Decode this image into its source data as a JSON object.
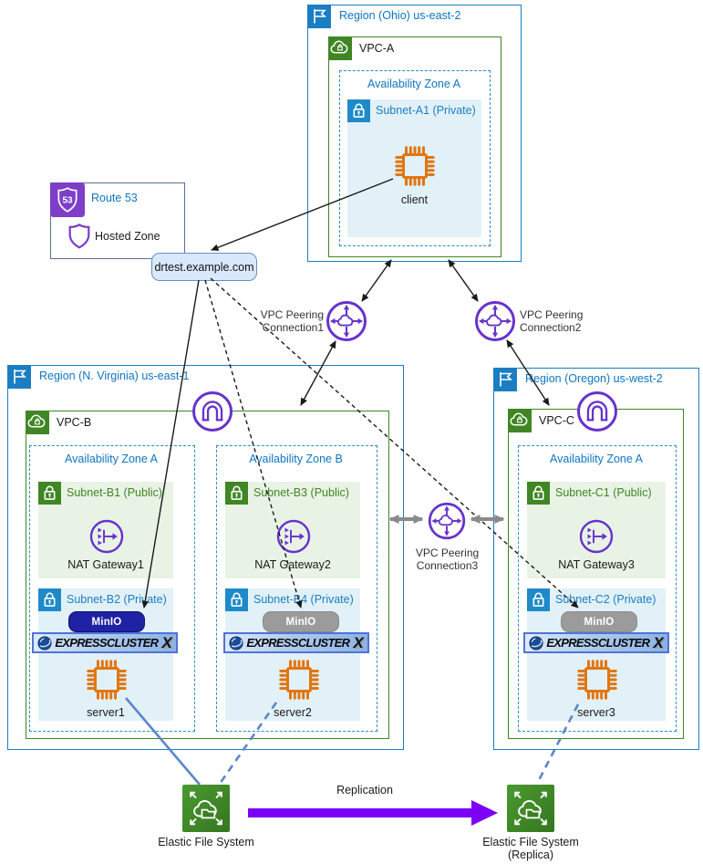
{
  "colors": {
    "region_border": "#1b7ec2",
    "region_title": "#0e76c0",
    "vpc_border": "#3f8624",
    "az_border": "#2a8cc9",
    "public_subnet_bg": "#e9f3e5",
    "public_subnet_label": "#3f8624",
    "private_subnet_bg": "#e2f1f8",
    "private_subnet_label": "#1b7ec2",
    "aws_network_purple": "#6633cc",
    "route53_purple": "#7d3fc8",
    "ec2_orange": "#e07612",
    "efs_green": "#3f8624",
    "minio_active": "#1f22a3",
    "minio_standby": "#9b9b9b",
    "dns_pill_bg": "#dae8fc",
    "dns_pill_border": "#6c8ebf",
    "replication_arrow": "#7d00f6",
    "efs_link_blue": "#5b87c9"
  },
  "route53": {
    "title": "Route 53",
    "hosted_zone": "Hosted Zone",
    "dns_name": "drtest.example.com"
  },
  "regions": {
    "ohio": {
      "title": "Region (Ohio) us-east-2",
      "vpc_label": "VPC-A",
      "az_label": "Availability Zone A",
      "subnet_label": "Subnet-A1 (Private)",
      "instance_label": "client"
    },
    "virginia": {
      "title": "Region (N. Virginia) us-east-1",
      "vpc_label": "VPC-B",
      "az_a": {
        "label": "Availability Zone A",
        "public_subnet": "Subnet-B1 (Public)",
        "nat_label": "NAT Gateway1",
        "private_subnet": "Subnet-B2 (Private)",
        "minio_label": "MinIO",
        "instance_label": "server1"
      },
      "az_b": {
        "label": "Availability Zone B",
        "public_subnet": "Subnet-B3 (Public)",
        "nat_label": "NAT Gateway2",
        "private_subnet": "Subnet-B4 (Private)",
        "minio_label": "MinIO",
        "instance_label": "server2"
      }
    },
    "oregon": {
      "title": "Region (Oregon) us-west-2",
      "vpc_label": "VPC-C",
      "az_a": {
        "label": "Availability Zone A",
        "public_subnet": "Subnet-C1 (Public)",
        "nat_label": "NAT Gateway3",
        "private_subnet": "Subnet-C2 (Private)",
        "minio_label": "MinIO",
        "instance_label": "server3"
      }
    }
  },
  "peering": {
    "p1_line1": "VPC Peering",
    "p1_line2": "Connection1",
    "p2_line1": "VPC Peering",
    "p2_line2": "Connection2",
    "p3_line1": "VPC Peering",
    "p3_line2": "Connection3"
  },
  "cluster_logo": {
    "text": "EXPRESSCLUSTER",
    "x": "X"
  },
  "storage": {
    "efs_primary": "Elastic File System",
    "efs_replica_line1": "Elastic File System",
    "efs_replica_line2": "(Replica)",
    "replication_label": "Replication"
  }
}
